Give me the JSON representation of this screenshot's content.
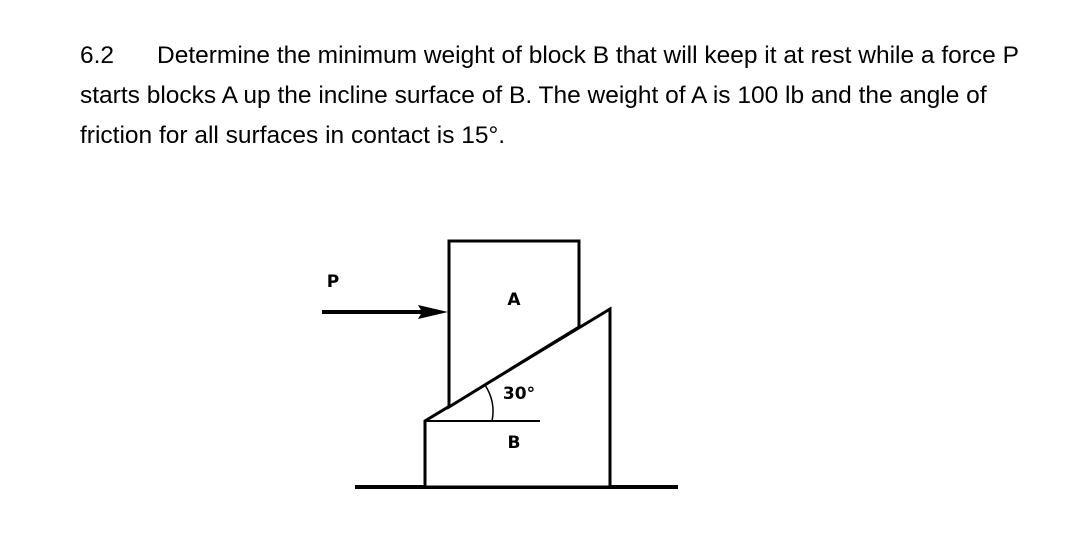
{
  "problem": {
    "number": "6.2",
    "text": "Determine the minimum weight of block B that will keep it at rest while a force P starts blocks A up the incline surface of B. The weight of A is 100 lb and the angle of friction for all surfaces in contact is 15°."
  },
  "figure": {
    "force_label": "P",
    "block_a_label": "A",
    "block_b_label": "B",
    "angle_label": "30°"
  }
}
